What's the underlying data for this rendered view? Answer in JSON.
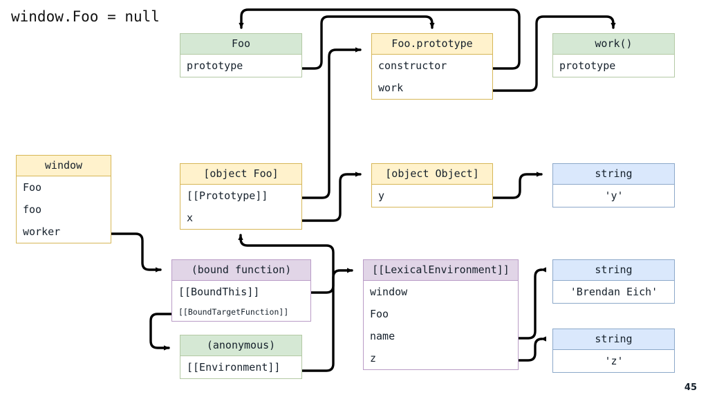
{
  "page": {
    "title": "window.Foo = null",
    "number": "45"
  },
  "colors": {
    "yellow_header": "#fff2cc",
    "yellow_border": "#d6b656",
    "green_header": "#d5e8d4",
    "green_border": "#b3c9a4",
    "blue_header": "#dae8fc",
    "blue_border": "#8ca8c9",
    "purple_header": "#e1d5e7",
    "purple_border": "#b99bc6",
    "edge": "#000000",
    "background": "#ffffff"
  },
  "nodes": [
    {
      "id": "foo",
      "title": "Foo",
      "color": "green",
      "rows": [
        "prototype"
      ]
    },
    {
      "id": "foo-prototype",
      "title": "Foo.prototype",
      "color": "yellow",
      "rows": [
        "constructor",
        "work"
      ]
    },
    {
      "id": "work",
      "title": "work()",
      "color": "green",
      "rows": [
        "prototype"
      ]
    },
    {
      "id": "window",
      "title": "window",
      "color": "yellow",
      "rows": [
        "Foo",
        "foo",
        "worker"
      ]
    },
    {
      "id": "object-foo",
      "title": "[object Foo]",
      "color": "yellow",
      "rows": [
        "[[Prototype]]",
        "x"
      ]
    },
    {
      "id": "object-object",
      "title": "[object Object]",
      "color": "yellow",
      "rows": [
        "y"
      ]
    },
    {
      "id": "string-y",
      "title": "string",
      "color": "blue",
      "rows": [
        "'y'"
      ]
    },
    {
      "id": "bound-function",
      "title": "(bound function)",
      "color": "purple",
      "rows": [
        "[[BoundThis]]",
        "[[BoundTargetFunction]]"
      ]
    },
    {
      "id": "lexical-environment",
      "title": "[[LexicalEnvironment]]",
      "color": "purple",
      "rows": [
        "window",
        "Foo",
        "name",
        "z"
      ]
    },
    {
      "id": "string-brendan",
      "title": "string",
      "color": "blue",
      "rows": [
        "'Brendan Eich'"
      ]
    },
    {
      "id": "anonymous",
      "title": "(anonymous)",
      "color": "green",
      "rows": [
        "[[Environment]]"
      ]
    },
    {
      "id": "string-z",
      "title": "string",
      "color": "blue",
      "rows": [
        "'z'"
      ]
    }
  ],
  "edges": [
    {
      "from": "foo-prototype.constructor",
      "to": "foo.header"
    },
    {
      "from": "foo.prototype",
      "to": "foo-prototype.header"
    },
    {
      "from": "foo-prototype.work",
      "to": "work.header"
    },
    {
      "from": "object-foo.[[Prototype]]",
      "to": "foo-prototype.header"
    },
    {
      "from": "object-foo.x",
      "to": "object-object.header"
    },
    {
      "from": "object-object.y",
      "to": "string-y.header"
    },
    {
      "from": "window.worker",
      "to": "bound-function.header"
    },
    {
      "from": "bound-function.[[BoundThis]]",
      "to": "object-foo.bottom"
    },
    {
      "from": "bound-function.[[BoundTargetFunction]]",
      "to": "anonymous.header"
    },
    {
      "from": "anonymous.[[Environment]]",
      "to": "lexical-environment.header"
    },
    {
      "from": "lexical-environment.name",
      "to": "string-brendan.header"
    },
    {
      "from": "lexical-environment.z",
      "to": "string-z.header"
    }
  ]
}
